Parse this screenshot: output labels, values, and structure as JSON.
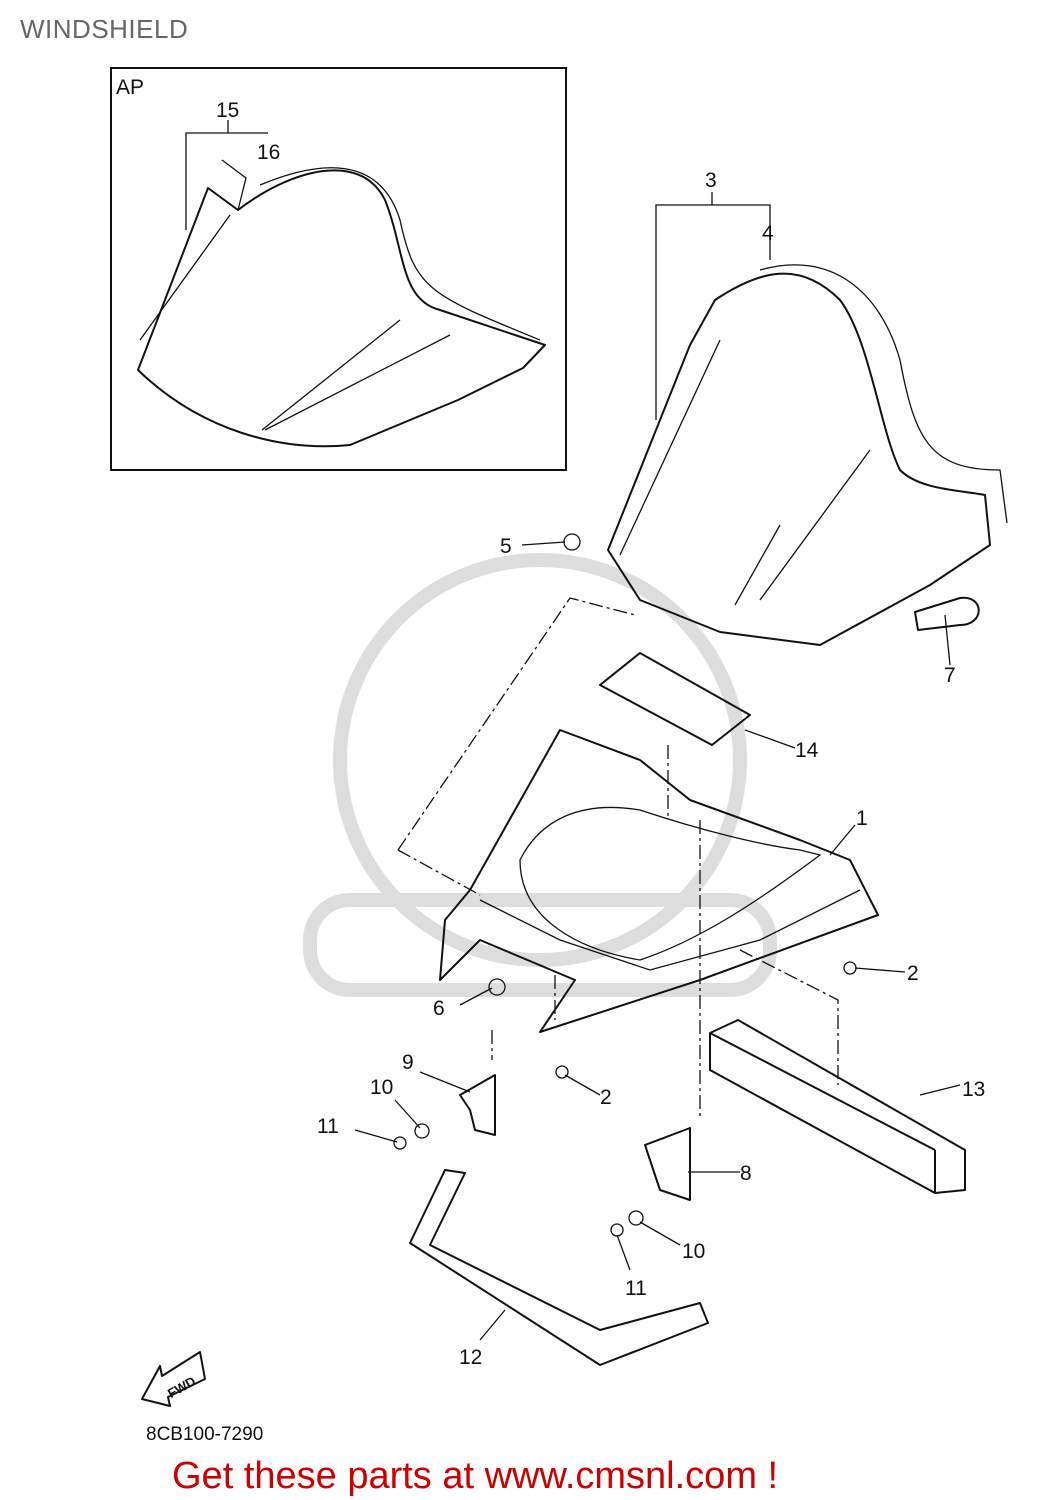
{
  "title": "WINDSHIELD",
  "inset_label": "AP",
  "callouts": [
    "1",
    "2",
    "2",
    "3",
    "4",
    "5",
    "6",
    "7",
    "8",
    "9",
    "10",
    "10",
    "11",
    "11",
    "12",
    "13",
    "14",
    "15",
    "16"
  ],
  "fwd_label": "FWD",
  "diagram_code": "8CB100-7290",
  "promo_text": "Get these parts at www.cmsnl.com !",
  "colors": {
    "promo": "#cc0000",
    "title": "#666666"
  }
}
